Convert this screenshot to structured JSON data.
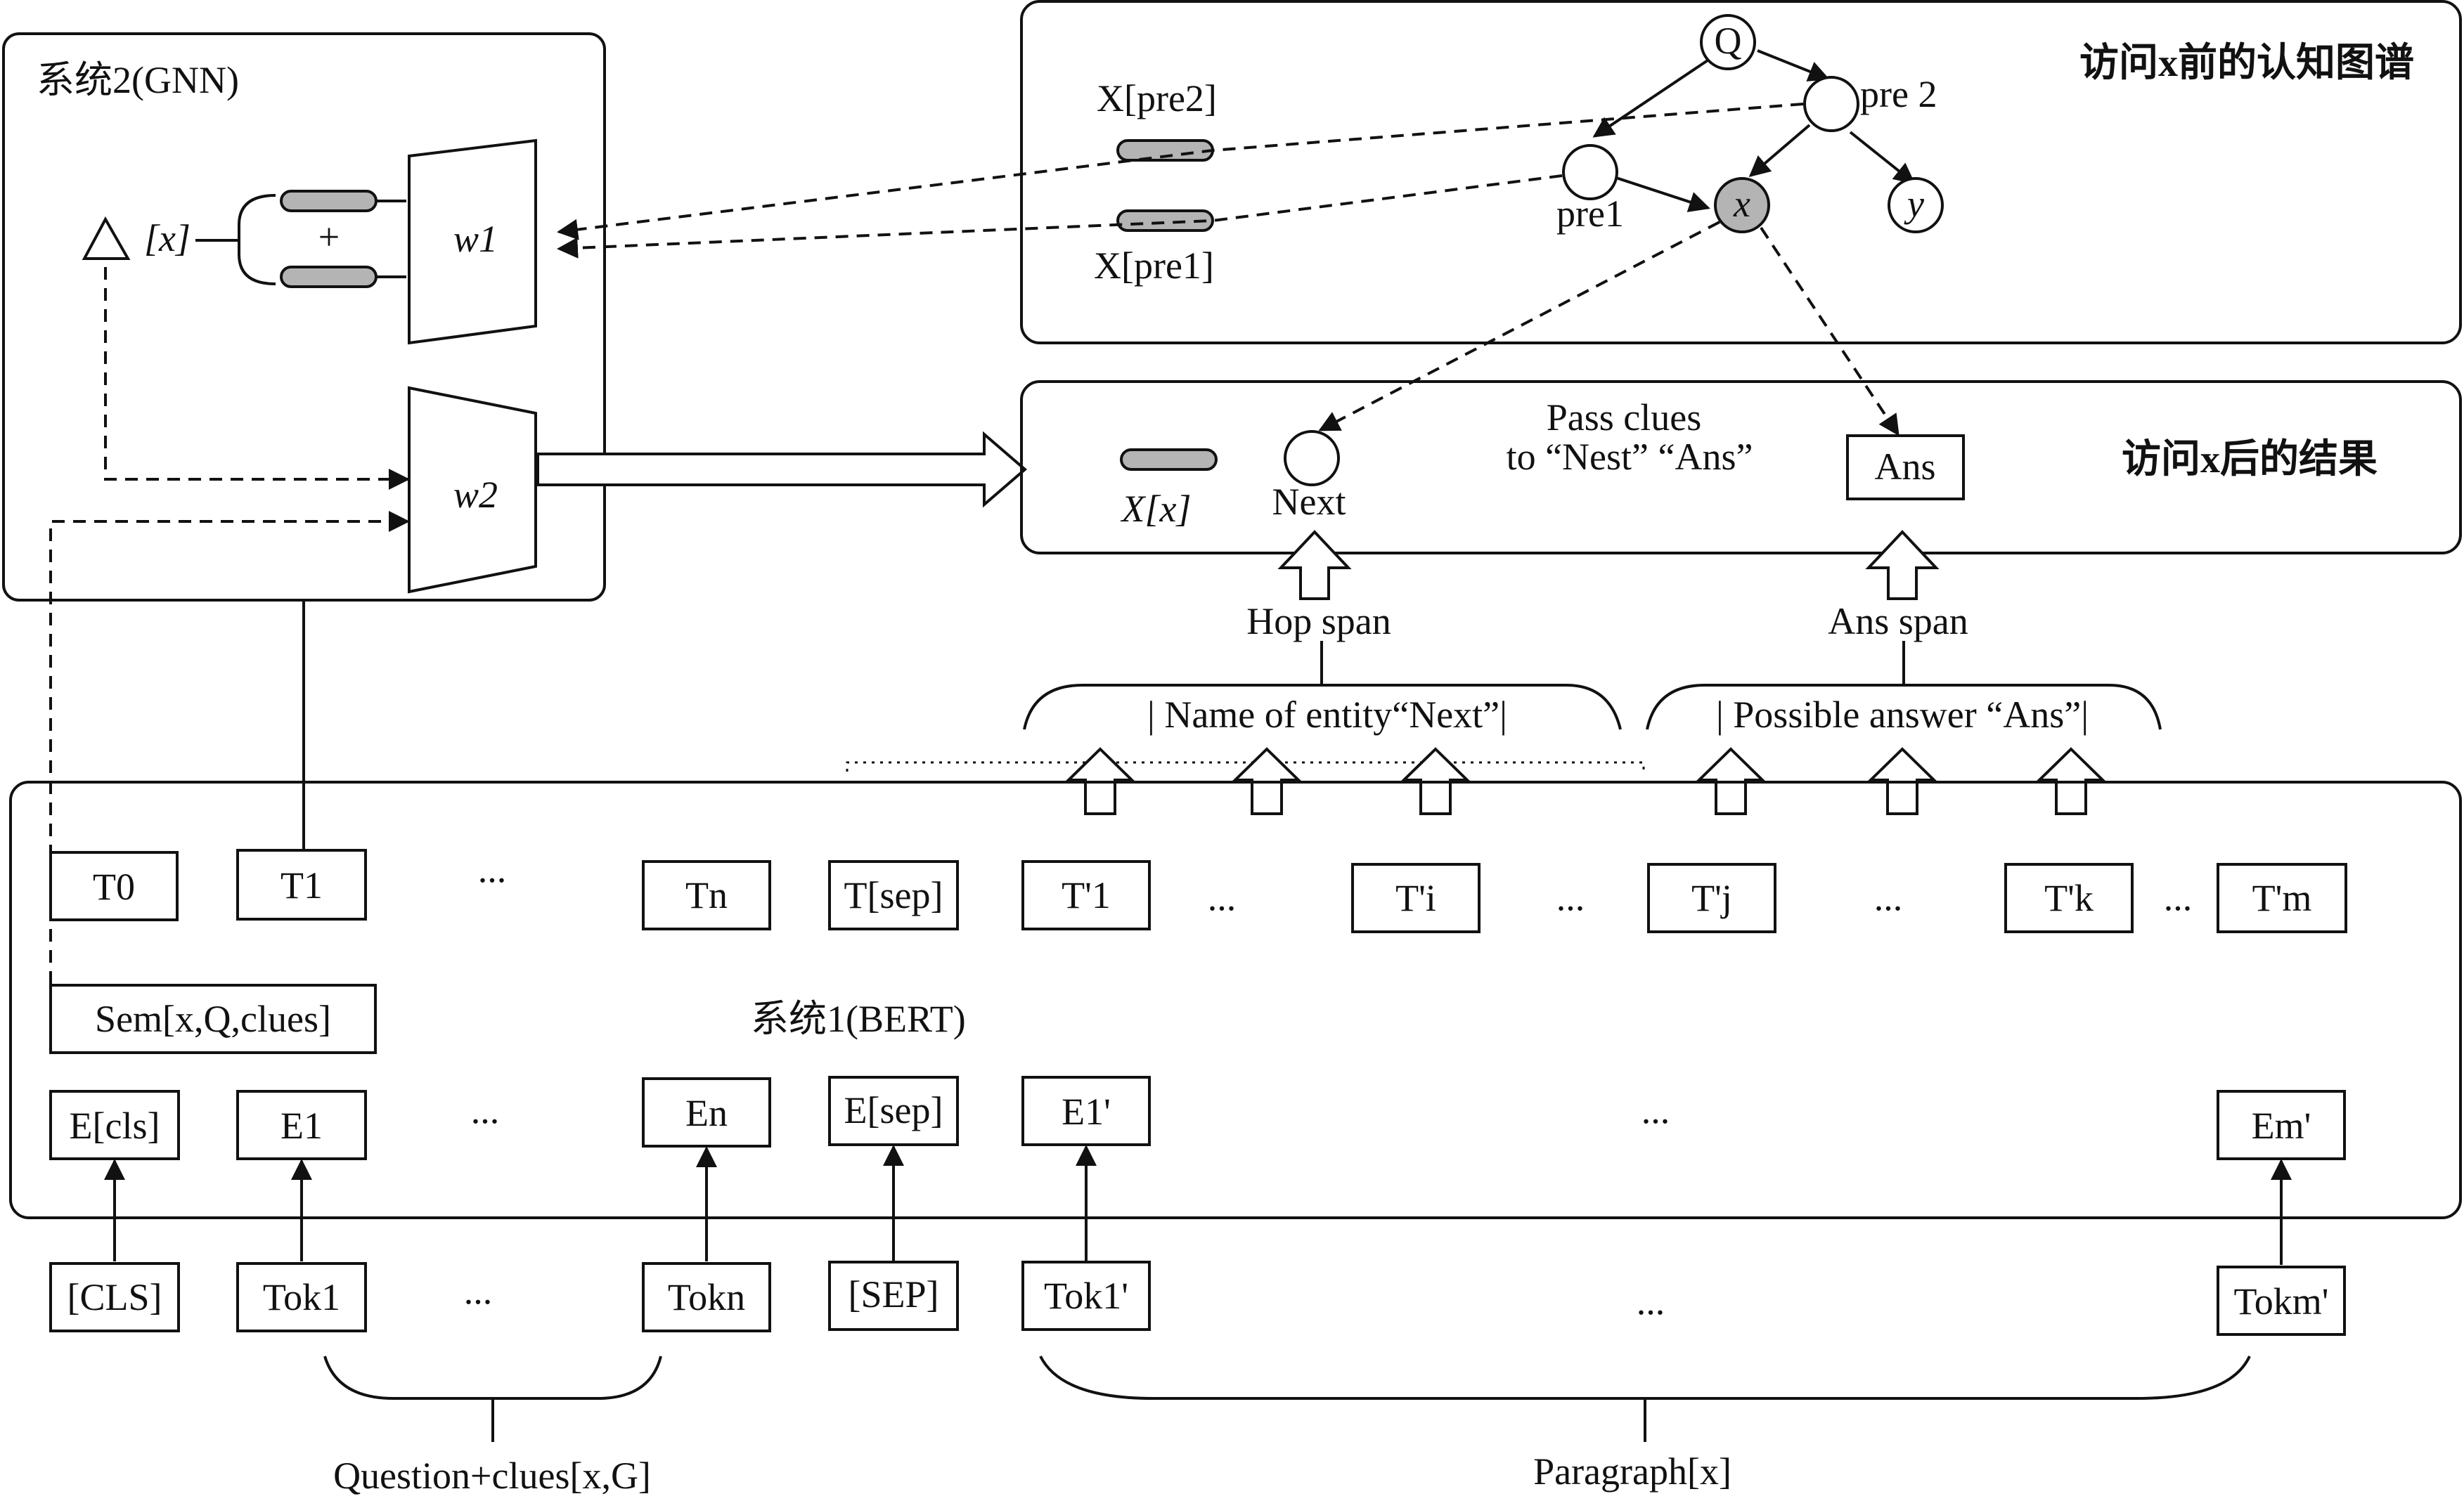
{
  "system2": {
    "title": "系统2(GNN)",
    "x_bracket": "[x]",
    "plus": "+",
    "w1": "w1",
    "w2": "w2"
  },
  "graph_panel": {
    "title": "访问x前的认知图谱",
    "labels": {
      "xpre2": "X[pre2]",
      "xpre1": "X[pre1]"
    },
    "nodes": {
      "Q": "Q",
      "pre2": "pre 2",
      "pre1": "pre1",
      "x": "x",
      "y": "y"
    }
  },
  "result_panel": {
    "title": "访问x后的结果",
    "xx": "X[x]",
    "next": "Next",
    "pass_line1": "Pass  clues",
    "pass_line2": "to “Nest” “Ans”",
    "ans": "Ans"
  },
  "spans": {
    "hop": "Hop span",
    "ans": "Ans span",
    "entity": "| Name of entity“Next”|",
    "answer": "| Possible answer “Ans”|"
  },
  "bert": {
    "title": "系统1(BERT)",
    "sem": "Sem[x,Q,clues]",
    "t_row": {
      "t0": "T0",
      "t1": "T1",
      "tn": "Tn",
      "tsep": "T[sep]",
      "tp1": "T'1",
      "tpi": "T'i",
      "tpj": "T'j",
      "tpk": "T'k",
      "tpm": "T'm"
    },
    "e_row": {
      "ecls": "E[cls]",
      "e1": "E1",
      "en": "En",
      "esep": "E[sep]",
      "ep1": "E1'",
      "epm": "Em'"
    },
    "ellipsis": "..."
  },
  "tokens": {
    "cls": "[CLS]",
    "tok1": "Tok1",
    "tokn": "Tokn",
    "sep": "[SEP]",
    "tokp1": "Tok1'",
    "tokpm": "Tokm'",
    "ellipsis": "..."
  },
  "bottom": {
    "question": "Question+clues[x,G]",
    "paragraph": "Paragraph[x]"
  }
}
